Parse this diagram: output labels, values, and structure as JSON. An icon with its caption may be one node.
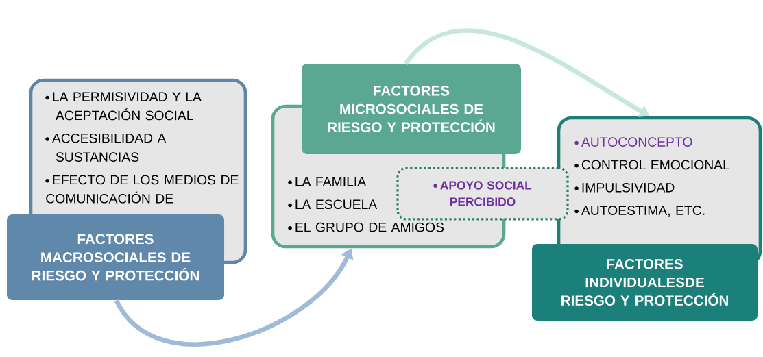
{
  "diagram": {
    "nodes": [
      {
        "text": [
          "LA PERMISIVIDAD Y LA ACEPTACIÓN SOCIAL",
          "ACCESIBILIDAD A SUSTANCIAS",
          "EFECTO DE LOS MEDIOS DE COMUNICACIÓN DE"
        ]
      },
      {
        "text": [
          "FACTORES MACROSOCIALES DE RIESGO Y PROTECCIÓN"
        ]
      },
      {
        "text": [
          "LA FAMILIA",
          "LA ESCUELA",
          "EL GRUPO DE AMIGOS"
        ]
      },
      {
        "text": [
          "FACTORES MICROSOCIALES DE RIESGO Y PROTECCIÓN"
        ]
      },
      {
        "text": [
          "AUTOCONCEPTO",
          "CONTROL EMOCIONAL",
          "IMPULSIVIDAD",
          "AUTOESTIMA, ETC."
        ]
      },
      {
        "text": [
          "APOYO SOCIAL PERCIBIDO"
        ]
      },
      {
        "text": [
          "FACTORES INDIVIDUALESDE RIESGO Y PROTECCIÓN"
        ]
      }
    ],
    "edges": [
      {
        "from": 1,
        "to": 2,
        "arrow": "to",
        "color": "#9fbbd8"
      },
      {
        "from": 3,
        "to": 4,
        "arrow": "to",
        "color": "#c6e7dc"
      }
    ]
  }
}
